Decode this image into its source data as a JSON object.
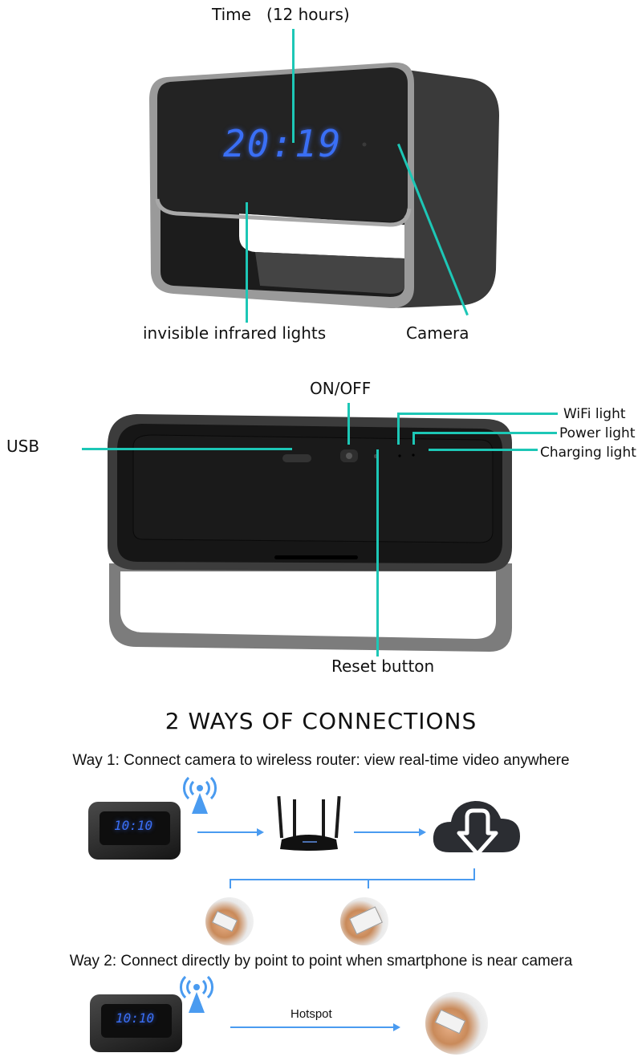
{
  "front_view": {
    "clock_display": "20:19",
    "labels": {
      "time": "Time   (12 hours)",
      "infrared": "invisible infrared lights",
      "camera": "Camera"
    }
  },
  "back_view": {
    "labels": {
      "on_off": "ON/OFF",
      "usb": "USB",
      "wifi_light": "WiFi light",
      "power_light": "Power light",
      "charging_light": "Charging light",
      "reset": "Reset button"
    }
  },
  "connections": {
    "heading": "2 WAYS OF CONNECTIONS",
    "way1": {
      "text": "Way 1: Connect camera to wireless router: view real-time video anywhere",
      "clock_display": "10:10",
      "nodes": [
        "camera",
        "router",
        "cloud",
        "smartphone",
        "tablet"
      ]
    },
    "way2": {
      "text": "Way 2: Connect directly by point to point when smartphone is near camera",
      "clock_display": "10:10",
      "arrow_label": "Hotspot",
      "nodes": [
        "camera",
        "smartphone"
      ]
    }
  },
  "colors": {
    "leader_line": "#1dc7b6",
    "flow_arrow": "#4a9bf0",
    "led_digits": "#3a6ff5",
    "device_body": "#1e1e1e",
    "device_frame": "#8a8a8a"
  }
}
